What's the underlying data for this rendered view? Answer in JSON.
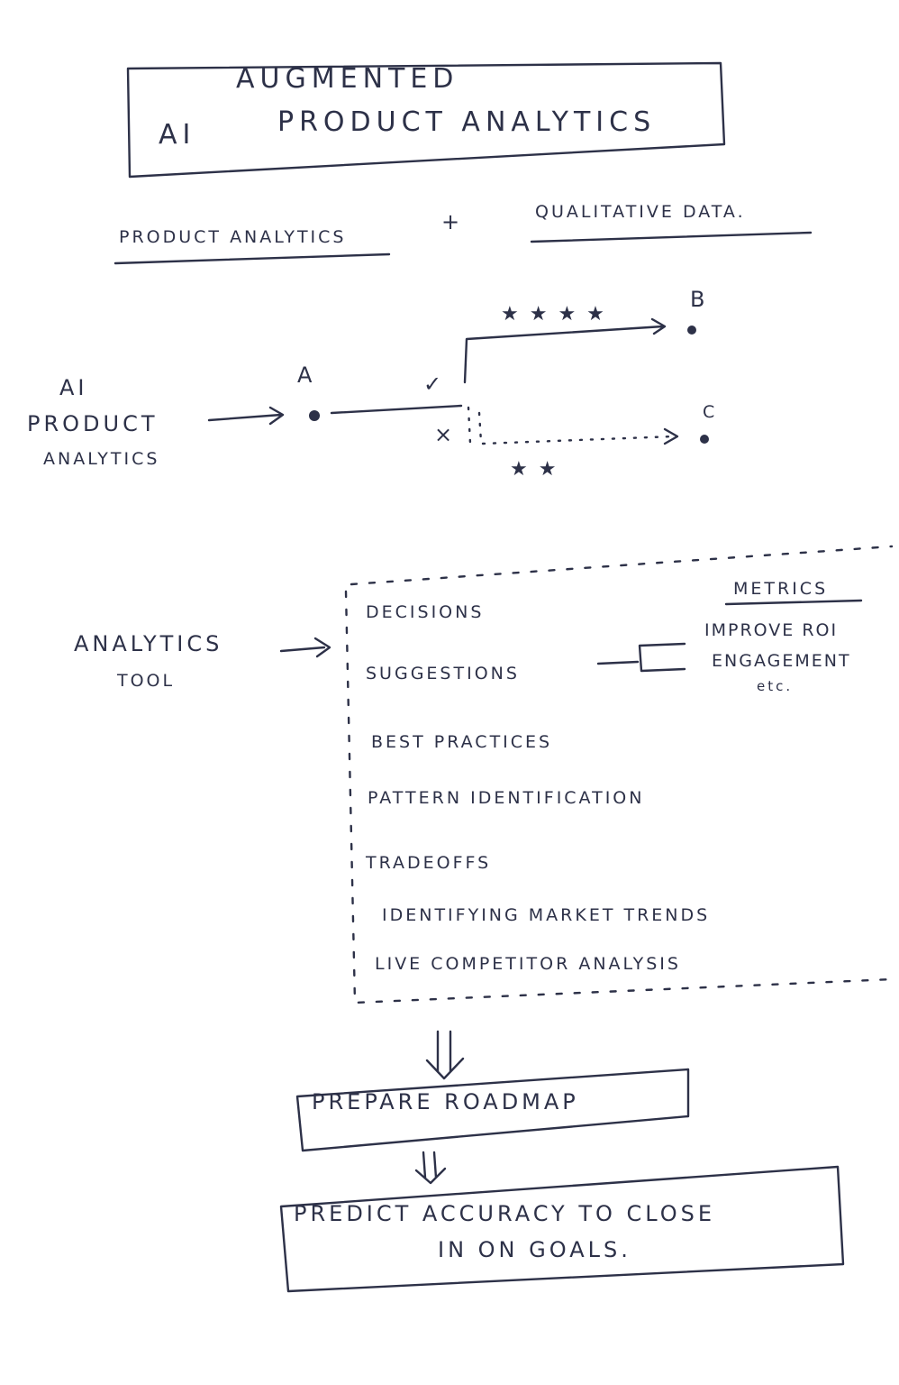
{
  "title": {
    "line1": "AUGMENTED",
    "line2a": "AI",
    "line2b": "PRODUCT ANALYTICS"
  },
  "formula": {
    "left": "PRODUCT ANALYTICS",
    "plus": "+",
    "right": "QUALITATIVE DATA."
  },
  "flow": {
    "source": [
      "AI",
      "PRODUCT",
      "ANALYTICS"
    ],
    "point_a": "A",
    "point_b": "B",
    "point_c": "C",
    "check_mark": "✓",
    "cross_mark": "×",
    "upper_stars": "★★★★",
    "lower_stars": "★★"
  },
  "tool": {
    "label": [
      "ANALYTICS",
      "TOOL"
    ],
    "items": [
      "DECISIONS",
      "SUGGESTIONS",
      "BEST PRACTICES",
      "PATTERN IDENTIFICATION",
      "TRADEOFFS",
      "IDENTIFYING MARKET TRENDS",
      "LIVE COMPETITOR ANALYSIS"
    ],
    "metrics": {
      "heading": "METRICS",
      "lines": [
        "IMPROVE ROI",
        "ENGAGEMENT",
        "etc."
      ]
    }
  },
  "outputs": {
    "roadmap": "PREPARE ROADMAP",
    "predict_line1": "PREDICT ACCURACY TO CLOSE",
    "predict_line2": "IN ON GOALS."
  }
}
